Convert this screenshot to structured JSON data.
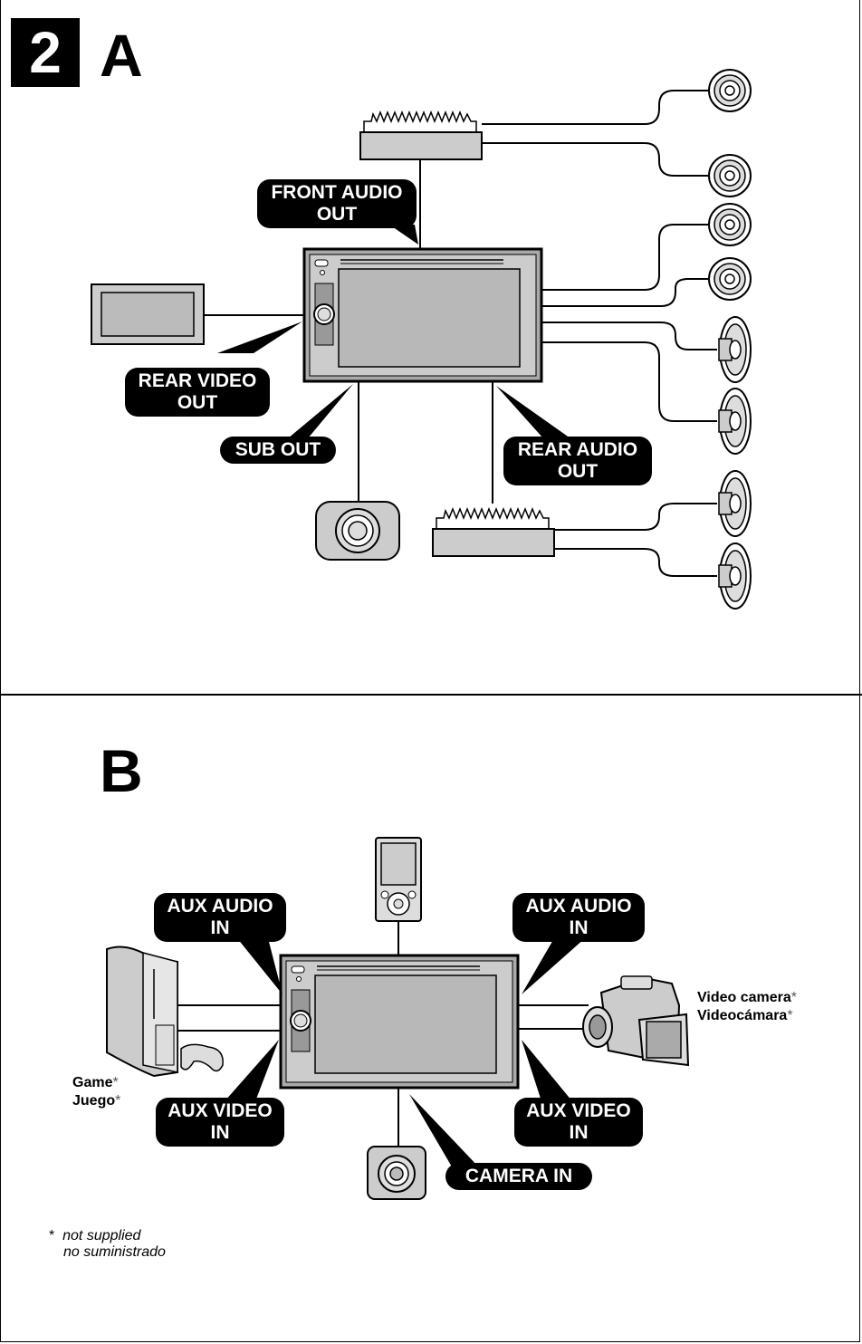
{
  "section_a": {
    "number": "2",
    "letter": "A",
    "labels": {
      "front_audio_out": [
        "FRONT AUDIO",
        "OUT"
      ],
      "rear_video_out": [
        "REAR VIDEO",
        "OUT"
      ],
      "sub_out": "SUB OUT",
      "rear_audio_out": [
        "REAR AUDIO",
        "OUT"
      ]
    }
  },
  "section_b": {
    "letter": "B",
    "labels": {
      "aux_audio_in_left": [
        "AUX AUDIO",
        "IN"
      ],
      "aux_audio_in_right": [
        "AUX AUDIO",
        "IN"
      ],
      "aux_video_in_left": [
        "AUX VIDEO",
        "IN"
      ],
      "aux_video_in_right": [
        "AUX VIDEO",
        "IN"
      ],
      "camera_in": "CAMERA IN"
    },
    "devices": {
      "game": [
        "Game",
        "Juego"
      ],
      "video_camera": [
        "Video camera",
        "Videocámara"
      ],
      "asterisk": "*"
    }
  },
  "footnote": {
    "marker": "*",
    "lines": [
      "not supplied",
      "no suministrado"
    ]
  }
}
